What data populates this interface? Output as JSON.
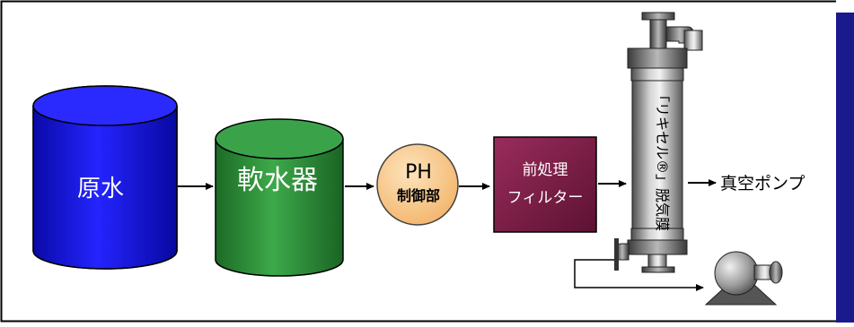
{
  "diagram": {
    "nodes": {
      "raw_water": "原水",
      "softener": "軟水器",
      "ph_line1": "PH",
      "ph_line2": "制御部",
      "prefilter_line1": "前処理",
      "prefilter_line2": "フィルター",
      "membrane_label": "「リキセル®」脱気膜",
      "vacuum_pump": "真空ポンプ"
    },
    "colors": {
      "raw_water_tank": "#1414d8",
      "softener_tank": "#2f8a3a",
      "ph_circle": "#f9cf95",
      "prefilter_box": "#7a1f45",
      "membrane_body": "#8d8d8d",
      "side_band": "#1a1a8c"
    },
    "icons": [
      "pump-icon"
    ]
  }
}
